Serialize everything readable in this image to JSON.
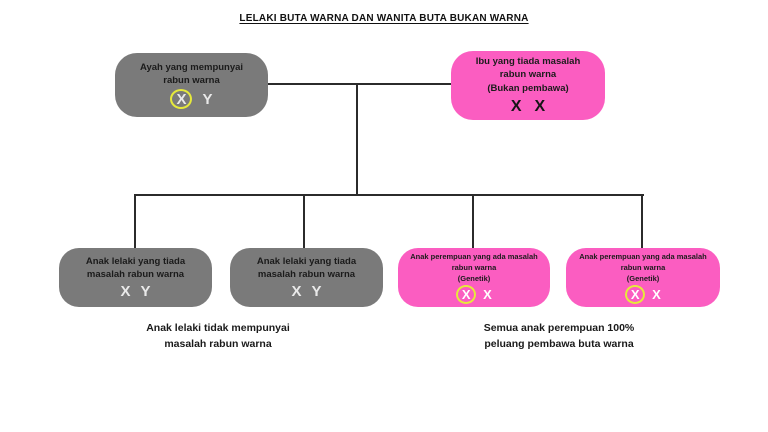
{
  "title": "LELAKI BUTA WARNA DAN WANITA BUTA BUKAN WARNA",
  "colors": {
    "gray_box": "#7a7a7a",
    "pink_box": "#fb5dc1",
    "highlight_circle": "#e6e93b",
    "line": "#2b2b2b"
  },
  "parents": {
    "father": {
      "label": "Ayah yang mempunyai\nrabun warna",
      "allele_1": "X",
      "allele_2": "Y"
    },
    "mother": {
      "label": "Ibu yang tiada masalah\nrabun warna\n(Bukan pembawa)",
      "allele_1": "X",
      "allele_2": "X"
    }
  },
  "children": [
    {
      "label": "Anak lelaki yang tiada\nmasalah rabun warna",
      "allele_1": "X",
      "allele_2": "Y"
    },
    {
      "label": "Anak lelaki yang tiada\nmasalah rabun warna",
      "allele_1": "X",
      "allele_2": "Y"
    },
    {
      "label": "Anak perempuan yang ada masalah\nrabun warna\n(Genetik)",
      "allele_1": "X",
      "allele_2": "X"
    },
    {
      "label": "Anak perempuan yang ada masalah\nrabun warna\n(Genetik)",
      "allele_1": "X",
      "allele_2": "X"
    }
  ],
  "notes": {
    "left": "Anak lelaki tidak mempunyai\nmasalah rabun warna",
    "right": "Semua anak perempuan 100%\npeluang pembawa buta warna"
  }
}
